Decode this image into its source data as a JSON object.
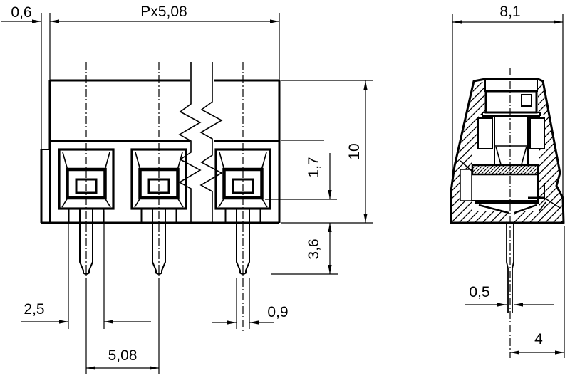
{
  "drawing": {
    "front_view": {
      "dim_edge_offset": "0,6",
      "dim_total_pitch": "Px5,08",
      "dim_height": "10",
      "dim_contact_bottom": "1,7",
      "dim_pin_length": "3,6",
      "dim_pin_base": "2,5",
      "dim_pin_width": "0,9",
      "dim_pitch": "5,08"
    },
    "side_view": {
      "dim_width": "8,1",
      "dim_pin_thickness": "0,5",
      "dim_pin_to_edge": "4"
    },
    "colors": {
      "line": "#000000",
      "background": "#ffffff"
    }
  }
}
